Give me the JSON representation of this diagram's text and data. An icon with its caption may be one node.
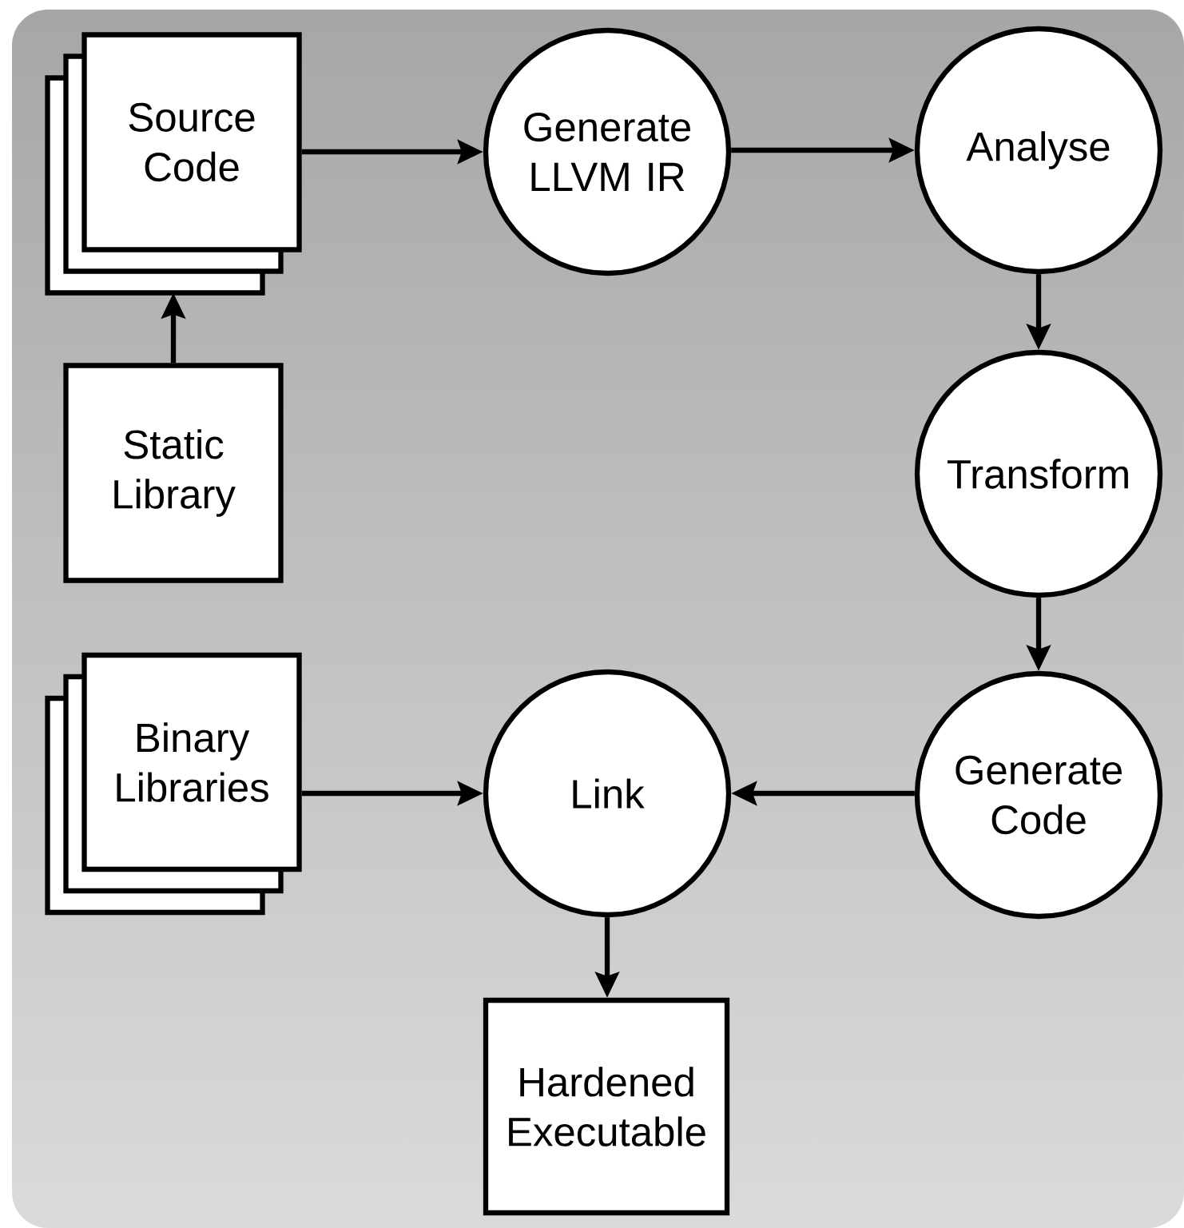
{
  "diagram": {
    "nodes": [
      {
        "text": [
          "Source Code"
        ]
      },
      {
        "text": [
          "Generate LLVM IR"
        ]
      },
      {
        "text": [
          "Analyse"
        ]
      },
      {
        "text": [
          "Static Library"
        ]
      },
      {
        "text": [
          "Transform"
        ]
      },
      {
        "text": [
          "Binary Libraries"
        ]
      },
      {
        "text": [
          "Link"
        ]
      },
      {
        "text": [
          "Generate Code"
        ]
      },
      {
        "text": [
          "Hardened Executable"
        ]
      }
    ],
    "edges": [
      {
        "from": 0,
        "to": 1,
        "arrow": "to"
      },
      {
        "from": 1,
        "to": 2,
        "arrow": "to"
      },
      {
        "from": 2,
        "to": 4,
        "arrow": "to"
      },
      {
        "from": 3,
        "to": 0,
        "arrow": "to"
      },
      {
        "from": 4,
        "to": 7,
        "arrow": "to"
      },
      {
        "from": 7,
        "to": 6,
        "arrow": "to"
      },
      {
        "from": 5,
        "to": 6,
        "arrow": "to"
      },
      {
        "from": 6,
        "to": 8,
        "arrow": "to"
      }
    ]
  }
}
